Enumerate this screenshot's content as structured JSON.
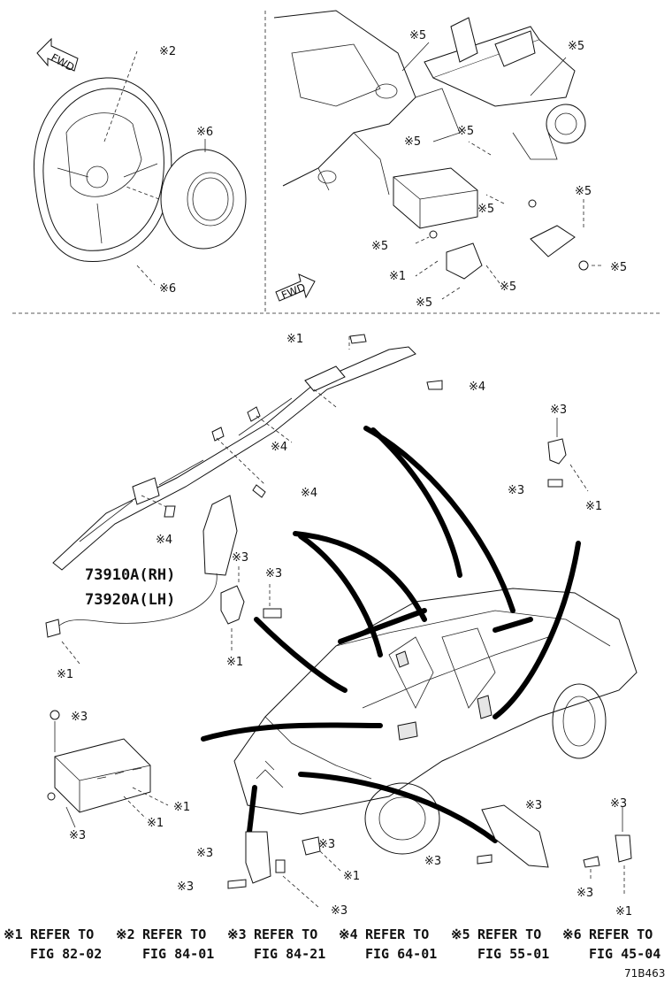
{
  "directions": {
    "fwd": "FWD"
  },
  "labels": {
    "ref2": "※2",
    "ref6a": "※6",
    "ref6b": "※6",
    "ref5": "※5",
    "ref1": "※1",
    "ref3": "※3",
    "ref4": "※4"
  },
  "part_numbers": {
    "rh": "73910A(RH)",
    "lh": "73920A(LH)"
  },
  "footer": {
    "references": [
      {
        "mark": "※1",
        "text": "REFER TO",
        "fig": "FIG 82-02"
      },
      {
        "mark": "※2",
        "text": "REFER TO",
        "fig": "FIG 84-01"
      },
      {
        "mark": "※3",
        "text": "REFER TO",
        "fig": "FIG 84-21"
      },
      {
        "mark": "※4",
        "text": "REFER TO",
        "fig": "FIG 64-01"
      },
      {
        "mark": "※5",
        "text": "REFER TO",
        "fig": "FIG 55-01"
      },
      {
        "mark": "※6",
        "text": "REFER TO",
        "fig": "FIG 45-04"
      }
    ],
    "diagram_code": "71B463"
  }
}
